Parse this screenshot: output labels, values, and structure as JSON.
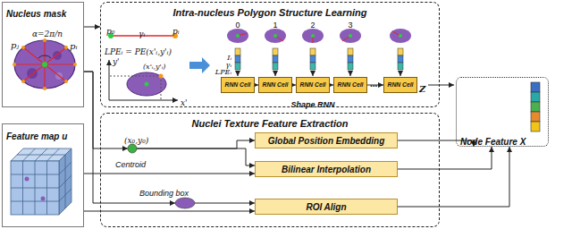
{
  "diagram": {
    "nodes": [
      {
        "text": [
          "Nucleus mask"
        ]
      },
      {
        "text": [
          "Feature map u"
        ]
      },
      {
        "text": [
          "Intra-nucleus Polygon Structure Learning"
        ]
      },
      {
        "text": [
          "RNN Cell"
        ],
        "in": 2
      },
      {
        "text": [
          "RNN Cell"
        ],
        "in": 2
      },
      {
        "text": [
          "RNN Cell"
        ],
        "in": 2
      },
      {
        "text": [
          "RNN Cell"
        ],
        "in": 2
      },
      {
        "text": [
          "RNN Cell"
        ],
        "in": 2
      },
      {
        "text": [
          "Nuclei Texture Feature Extraction"
        ]
      },
      {
        "text": [
          "(x₀,y₀)",
          "Centroid"
        ],
        "in": 8
      },
      {
        "text": [
          "Global Position Embedding"
        ],
        "in": 8
      },
      {
        "text": [
          "Bilinear Interpolation"
        ],
        "in": 8
      },
      {
        "text": [
          "Bounding box"
        ],
        "in": 8
      },
      {
        "text": [
          "ROI Align"
        ],
        "in": 8
      },
      {
        "text": [
          "Node Feature X"
        ]
      }
    ],
    "edges": [
      {
        "from": 0,
        "to": 2,
        "arrow": "to"
      },
      {
        "from": 3,
        "to": 4,
        "arrow": "to"
      },
      {
        "from": 4,
        "to": 5,
        "arrow": "to"
      },
      {
        "from": 5,
        "to": 6,
        "arrow": "to"
      },
      {
        "from": 6,
        "to": 7,
        "arrow": "to"
      },
      {
        "from": 0,
        "to": 9,
        "arrow": "to"
      },
      {
        "from": 0,
        "to": 12,
        "arrow": "to"
      },
      {
        "from": 1,
        "to": 11,
        "arrow": "to"
      },
      {
        "from": 1,
        "to": 13,
        "arrow": "to"
      },
      {
        "from": 9,
        "to": 10,
        "arrow": "to"
      },
      {
        "from": 9,
        "to": 11,
        "arrow": "to"
      },
      {
        "from": 12,
        "to": 13,
        "arrow": "to"
      },
      {
        "from": 10,
        "to": 14,
        "arrow": "to"
      },
      {
        "from": 11,
        "to": 14,
        "arrow": "to"
      },
      {
        "from": 13,
        "to": 14,
        "arrow": "to"
      }
    ],
    "labels": [
      "α=2π/n",
      "pⱼ",
      "pᵢ",
      "p₀",
      "γᵢ",
      "pᵢ",
      "LPEᵢ = PE(x'ᵢ,y'ᵢ)",
      "y'",
      "x'",
      "(x'ᵢ,y'ᵢ)",
      "0",
      "1",
      "2",
      "3",
      "...",
      "Iᵢ",
      "γᵢ",
      "LPEᵢ",
      "Shape RNN",
      "Z"
    ]
  }
}
